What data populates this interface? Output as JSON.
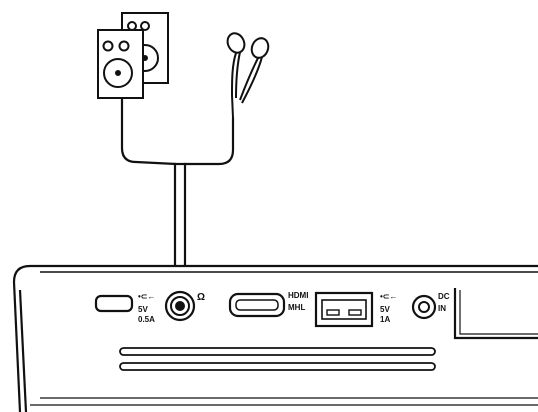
{
  "colors": {
    "line": "#111111",
    "fill_light": "#f2f2f2",
    "fill_white": "#ffffff",
    "projector_body": "#ffffff"
  },
  "ports": {
    "usb_power_symbol": "•⊂←",
    "usb_power_label_1": "5V",
    "usb_power_label_2": "0.5A",
    "headphone_symbol": "Ω",
    "hdmi_label_1": "HDMI",
    "hdmi_label_2": "MHL",
    "usb_host_symbol": "•⊂←",
    "usb_host_label_1": "5V",
    "usb_host_label_2": "1A",
    "dc_label_1": "DC",
    "dc_label_2": "IN"
  },
  "icons": {
    "speakers": "speaker-pair-icon",
    "earphones": "earphones-icon"
  }
}
